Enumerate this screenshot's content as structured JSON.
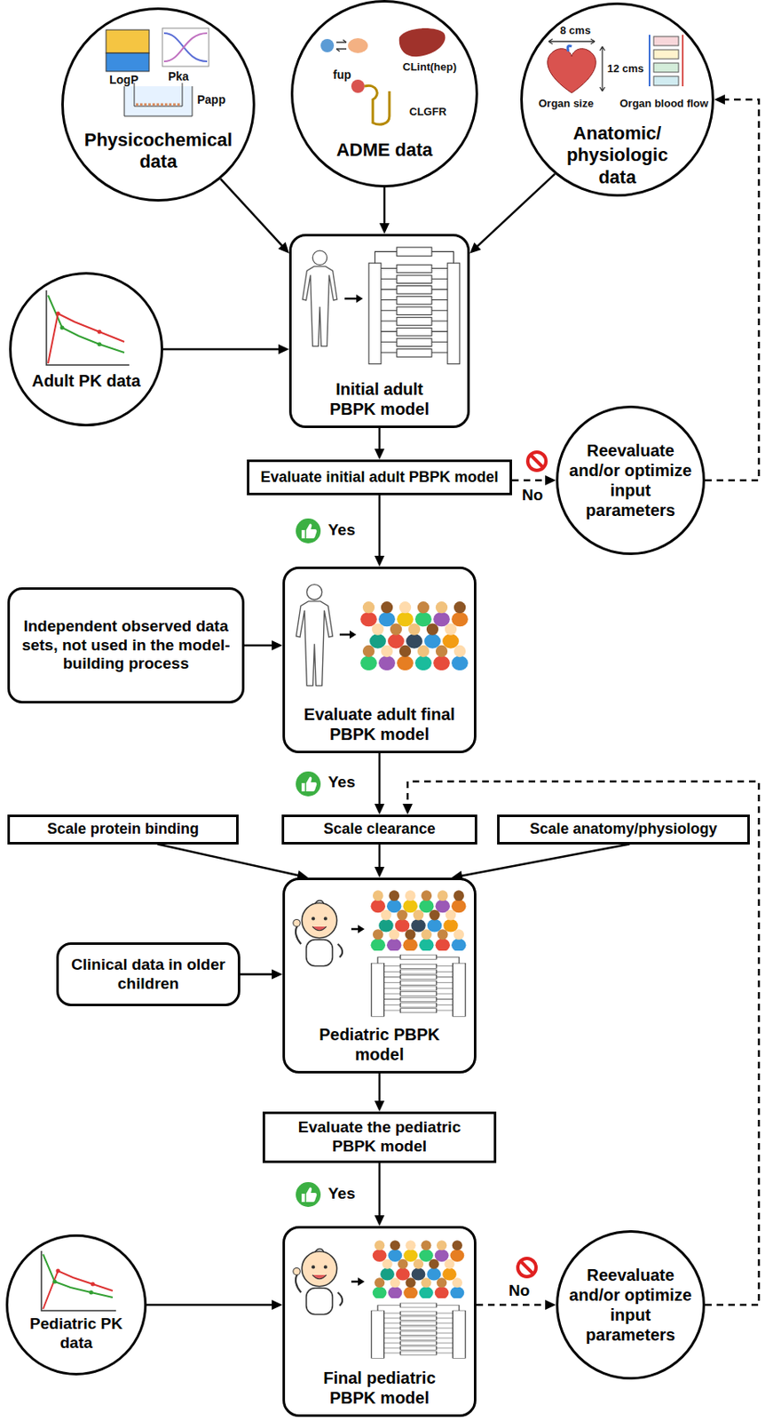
{
  "diagram": {
    "nodes": [
      {
        "text": [
          "Physicochemical data"
        ]
      },
      {
        "text": [
          "ADME data"
        ]
      },
      {
        "text": [
          "Anatomic/ physiologic data"
        ]
      },
      {
        "text": [
          "Adult PK data"
        ]
      },
      {
        "text": [
          "Initial adult PBPK model"
        ]
      },
      {
        "text": [
          "Evaluate initial adult PBPK model"
        ]
      },
      {
        "text": [
          "Reevaluate and/or optimize input parameters"
        ]
      },
      {
        "text": [
          "Independent observed data sets, not used in the model-building process"
        ]
      },
      {
        "text": [
          "Evaluate adult final PBPK model"
        ]
      },
      {
        "text": [
          "Scale protein binding"
        ]
      },
      {
        "text": [
          "Scale clearance"
        ]
      },
      {
        "text": [
          "Scale anatomy/physiology"
        ]
      },
      {
        "text": [
          "Clinical data in older children"
        ]
      },
      {
        "text": [
          "Pediatric PBPK model"
        ]
      },
      {
        "text": [
          "Evaluate the pediatric PBPK model"
        ]
      },
      {
        "text": [
          "Pediatric PK data"
        ]
      },
      {
        "text": [
          "Final pediatric PBPK model"
        ]
      },
      {
        "text": [
          "Reevaluate and/or optimize input parameters"
        ]
      }
    ],
    "edges": [
      {
        "from": 0,
        "to": 4,
        "arrow": "to"
      },
      {
        "from": 1,
        "to": 4,
        "arrow": "to"
      },
      {
        "from": 2,
        "to": 4,
        "arrow": "to"
      },
      {
        "from": 3,
        "to": 4,
        "arrow": "to"
      },
      {
        "from": 4,
        "to": 5,
        "arrow": "to"
      },
      {
        "from": 5,
        "to": 6,
        "label": "No",
        "arrow": "to"
      },
      {
        "from": 6,
        "to": 2,
        "arrow": "to"
      },
      {
        "from": 5,
        "to": 8,
        "label": "Yes",
        "arrow": "to"
      },
      {
        "from": 7,
        "to": 8,
        "arrow": "to"
      },
      {
        "from": 8,
        "to": 10,
        "label": "Yes",
        "arrow": "to"
      },
      {
        "from": 9,
        "to": 13,
        "arrow": "to"
      },
      {
        "from": 10,
        "to": 13,
        "arrow": "to"
      },
      {
        "from": 11,
        "to": 13,
        "arrow": "to"
      },
      {
        "from": 12,
        "to": 13,
        "arrow": "to"
      },
      {
        "from": 13,
        "to": 14,
        "arrow": "to"
      },
      {
        "from": 14,
        "to": 16,
        "label": "Yes",
        "arrow": "to"
      },
      {
        "from": 15,
        "to": 16,
        "arrow": "to"
      },
      {
        "from": 16,
        "to": 17,
        "label": "No",
        "arrow": "to"
      },
      {
        "from": 17,
        "to": 10,
        "arrow": "to"
      }
    ],
    "labels": [
      "LogP",
      "Pka",
      "Papp",
      "fup",
      "CLint(hep)",
      "CLGFR",
      "8 cms",
      "12 cms",
      "Organ size",
      "Organ blood flow"
    ]
  }
}
